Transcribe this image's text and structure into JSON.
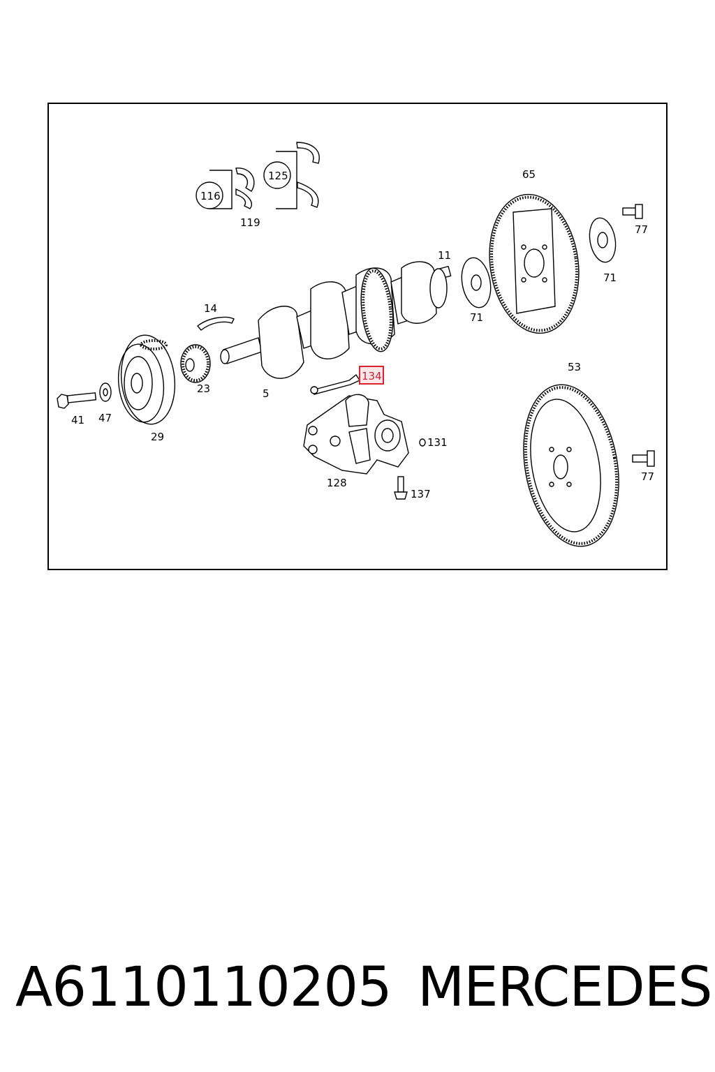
{
  "diagram": {
    "labels": {
      "l116": "116",
      "l125": "125",
      "l119": "119",
      "l65": "65",
      "l77a": "77",
      "l11": "11",
      "l71a": "71",
      "l71b": "71",
      "l14": "14",
      "l134": "134",
      "l53": "53",
      "l23": "23",
      "l5": "5",
      "l41": "41",
      "l47": "47",
      "l29": "29",
      "l131": "131",
      "l128": "128",
      "l137": "137",
      "l77b": "77"
    },
    "highlight_color": "#d9232e"
  },
  "footer": {
    "part_number": "A6110110205",
    "brand": "MERCEDES"
  }
}
